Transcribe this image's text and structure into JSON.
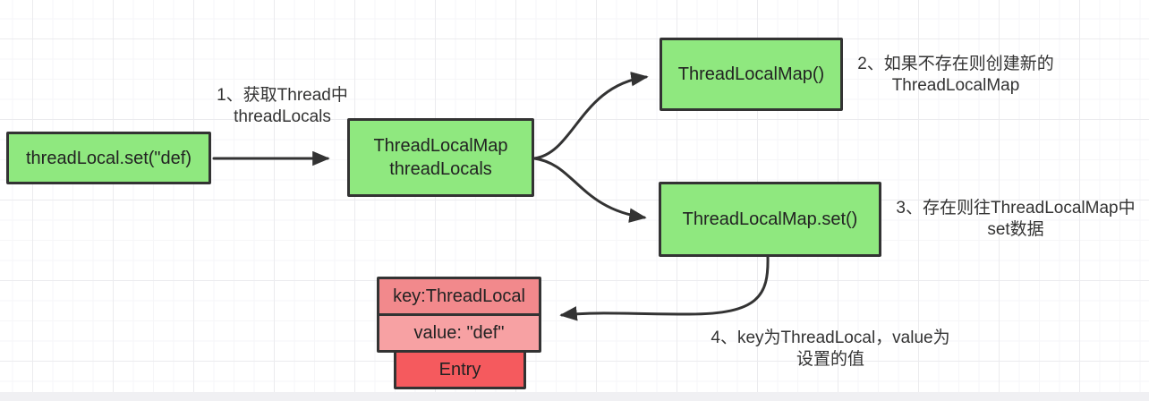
{
  "colors": {
    "node_green": "#8fe87f",
    "node_pink": "#f2898c",
    "node_pink_light": "#f7a1a3",
    "node_red": "#f55a5e",
    "border": "#333333",
    "arrow": "#333333",
    "text": "#222222",
    "note_text": "#333333"
  },
  "nodes": {
    "set_call": {
      "label": "threadLocal.set(\"def)"
    },
    "thread_locals": {
      "line1": "ThreadLocalMap",
      "line2": "threadLocals"
    },
    "map_ctor": {
      "label": "ThreadLocalMap()"
    },
    "map_set": {
      "label": "ThreadLocalMap.set()"
    },
    "entry_key": {
      "label": "key:ThreadLocal"
    },
    "entry_value": {
      "label": "value: \"def\""
    },
    "entry": {
      "label": "Entry"
    }
  },
  "annotations": {
    "step1": {
      "line1": "1、获取Thread中",
      "line2": "threadLocals"
    },
    "step2": {
      "line1": "2、如果不存在则创建新的",
      "line2": "ThreadLocalMap"
    },
    "step3": {
      "line1": "3、存在则往ThreadLocalMap中",
      "line2": "set数据"
    },
    "step4": {
      "line1": "4、key为ThreadLocal，value为",
      "line2": "设置的值"
    }
  }
}
